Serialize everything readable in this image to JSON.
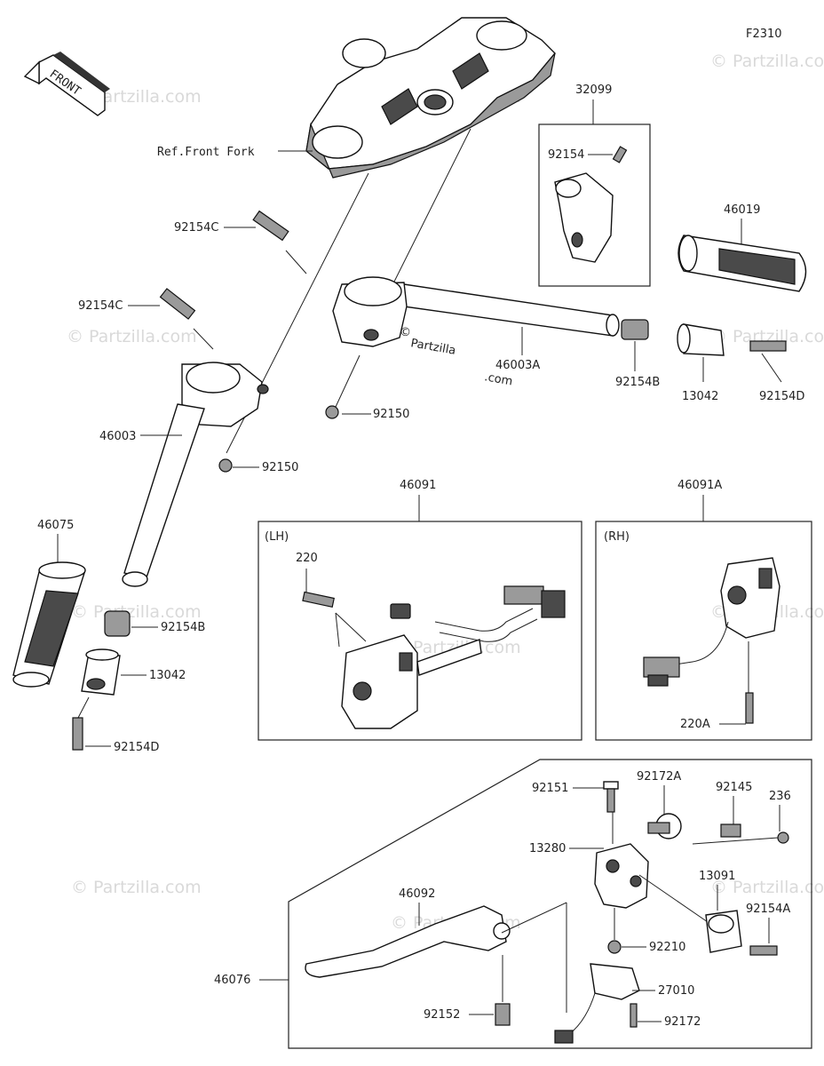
{
  "figure_code": "F2310",
  "front_arrow_text": "FRONT",
  "watermark": "© Partzilla.com",
  "center_watermark": {
    "symbol": "©",
    "line1": "Partzilla",
    "line2": ".com"
  },
  "ref_label": "Ref.Front Fork",
  "box_labels": {
    "lh": "(LH)",
    "rh": "(RH)"
  },
  "parts": {
    "p32099": "32099",
    "p92154_top": "92154",
    "p46019": "46019",
    "p92154C_a": "92154C",
    "p92154C_b": "92154C",
    "p46003A": "46003A",
    "p92154B_r": "92154B",
    "p13042_r": "13042",
    "p92154D_r": "92154D",
    "p92150_a": "92150",
    "p92150_b": "92150",
    "p46003": "46003",
    "p46075": "46075",
    "p92154B_l": "92154B",
    "p13042_l": "13042",
    "p92154D_l": "92154D",
    "p46091": "46091",
    "p220": "220",
    "p46091A": "46091A",
    "p220A": "220A",
    "p92151": "92151",
    "p92172A": "92172A",
    "p92145": "92145",
    "p236": "236",
    "p13280": "13280",
    "p13091": "13091",
    "p92154A": "92154A",
    "p46092": "46092",
    "p92210": "92210",
    "p46076": "46076",
    "p27010": "27010",
    "p92152": "92152",
    "p92172": "92172"
  }
}
